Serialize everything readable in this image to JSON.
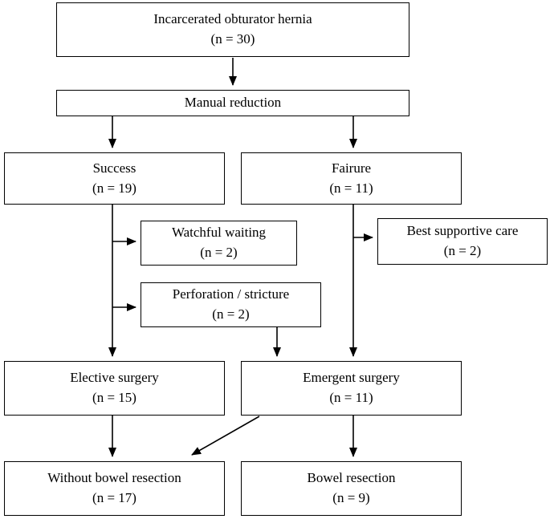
{
  "diagram": {
    "title": "Incarcerated obturator hernia treatment flowchart",
    "colors": {
      "box_border": "#000000",
      "box_fill": "#ffffff",
      "text": "#000000",
      "background": "#ffffff"
    },
    "nodes": {
      "incarcerated": {
        "line1": "Incarcerated obturator hernia",
        "line2": "(n = 30)"
      },
      "manual_reduction": {
        "line1": "Manual reduction"
      },
      "success": {
        "line1": "Success",
        "line2": "(n = 19)"
      },
      "failure": {
        "line1": "Fairure",
        "line2": "(n = 11)"
      },
      "watchful_waiting": {
        "line1": "Watchful waiting",
        "line2": "(n = 2)"
      },
      "best_supportive_care": {
        "line1": "Best supportive care",
        "line2": "(n = 2)"
      },
      "perforation_stricture": {
        "line1": "Perforation / stricture",
        "line2": "(n = 2)"
      },
      "elective_surgery": {
        "line1": "Elective surgery",
        "line2": "(n = 15)"
      },
      "emergent_surgery": {
        "line1": "Emergent surgery",
        "line2": "(n = 11)"
      },
      "without_bowel_resection": {
        "line1": "Without bowel resection",
        "line2": "(n = 17)"
      },
      "bowel_resection": {
        "line1": "Bowel resection",
        "line2": "(n = 9)"
      }
    }
  }
}
